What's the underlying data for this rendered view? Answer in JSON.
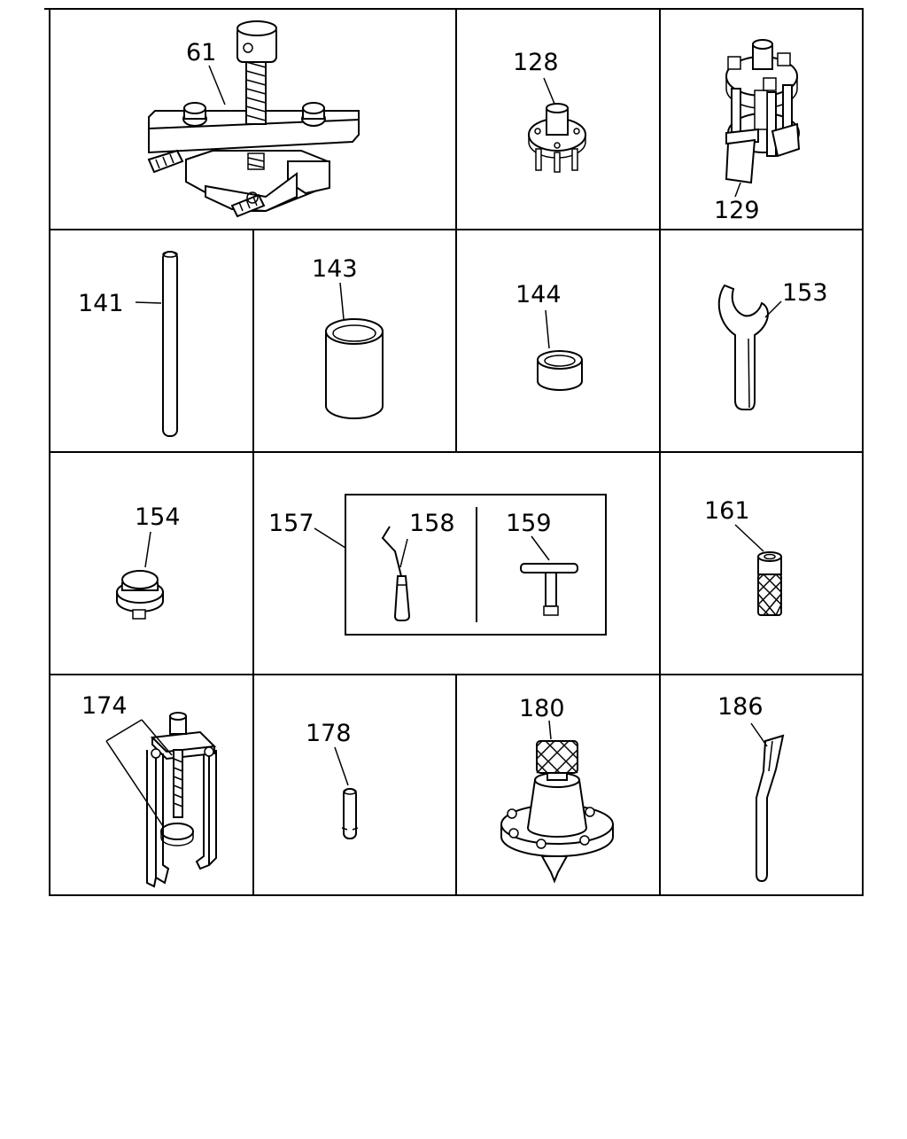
{
  "labels": {
    "p61": "61",
    "p128": "128",
    "p129": "129",
    "p141": "141",
    "p143": "143",
    "p144": "144",
    "p153": "153",
    "p154": "154",
    "p157": "157",
    "p158": "158",
    "p159": "159",
    "p161": "161",
    "p174": "174",
    "p178": "178",
    "p180": "180",
    "p186": "186"
  }
}
